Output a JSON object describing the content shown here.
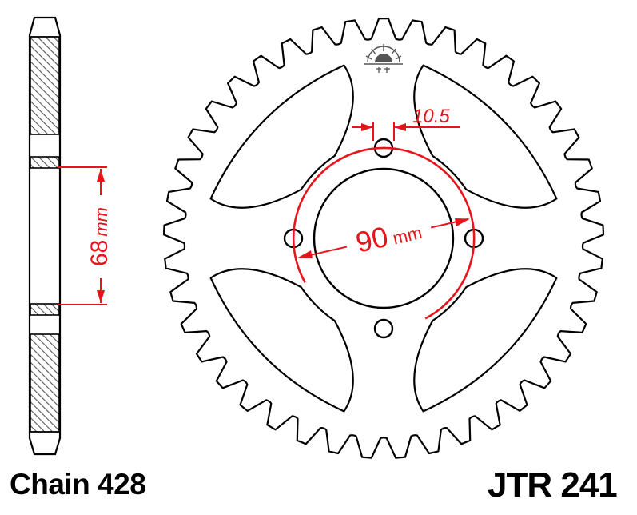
{
  "chain_label": "Chain 428",
  "part_number": "JTR 241",
  "dimensions": {
    "offset_value": "68",
    "offset_unit": "mm",
    "pcd_value": "90",
    "pcd_unit": "mm",
    "bolt_hole_value": "10.5"
  },
  "sprocket": {
    "teeth": 41,
    "bolt_holes": 4,
    "lightening_cutouts": 4
  },
  "colors": {
    "outline": "#000000",
    "dimension": "#e8141b",
    "hatch": "#555555",
    "background": "#ffffff"
  },
  "icons": {
    "logo": "sunrise-logo-icon"
  }
}
